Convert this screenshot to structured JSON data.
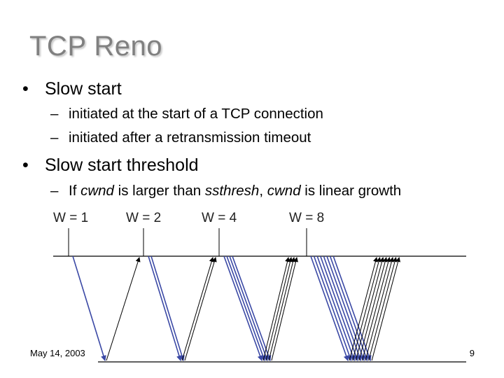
{
  "slide": {
    "title": "TCP Reno",
    "bullets": [
      {
        "marker": "•",
        "text": "Slow start",
        "subs": [
          {
            "marker": "–",
            "text": "initiated at the start of a TCP connection"
          },
          {
            "marker": "–",
            "text": "initiated after a retransmission timeout"
          }
        ]
      },
      {
        "marker": "•",
        "text": "Slow start threshold",
        "subs": [
          {
            "marker": "–",
            "parts": [
              "If ",
              "cwnd",
              " is larger than ",
              "ssthresh",
              ", ",
              "cwnd",
              " is linear growth"
            ]
          }
        ]
      }
    ]
  },
  "diagram": {
    "window_labels": [
      "W = 1",
      "W = 2",
      "W = 4",
      "W = 8"
    ],
    "window_sizes": [
      1,
      2,
      4,
      8
    ],
    "colors": {
      "segment": "#3b49a5",
      "ack": "#000000",
      "timeline": "#000000"
    }
  },
  "footer": {
    "date": "May 14, 2003",
    "page": "9"
  }
}
